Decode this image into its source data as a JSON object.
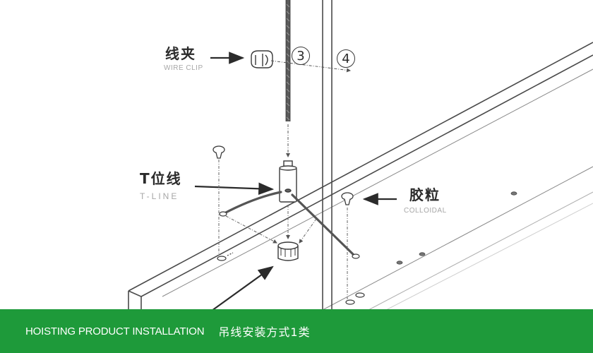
{
  "labels": {
    "wire_clip": {
      "cn": "线夹",
      "en": "WIRE CLIP"
    },
    "t_line": {
      "cn": "T位线",
      "en": "T-LINE"
    },
    "colloidal": {
      "cn": "胶粒",
      "en": "COLLOIDAL"
    }
  },
  "steps": {
    "step3": "3",
    "step4": "4"
  },
  "footer": {
    "title_en": "HOISTING PRODUCT INSTALLATION",
    "title_cn": "吊线安装方式1类"
  },
  "colors": {
    "footer_bg": "#1e9a3a",
    "line": "#4a4a4a",
    "label_cn": "#2b2b2b",
    "label_en": "#a7a7a7"
  }
}
